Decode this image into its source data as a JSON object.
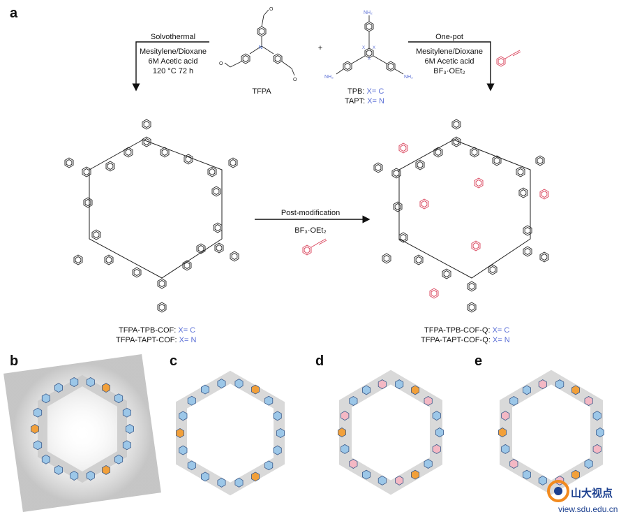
{
  "panels": [
    "a",
    "b",
    "c",
    "d",
    "e"
  ],
  "left_arrow": {
    "top": "Solvothermal",
    "lines": [
      "Mesitylene/Dioxane",
      "6M Acetic acid",
      "120 °C 72 h"
    ]
  },
  "right_arrow": {
    "top": "One-pot",
    "lines": [
      "Mesitylene/Dioxane",
      "6M Acetic acid",
      "BF₃·OEt₂"
    ]
  },
  "middle_arrow": {
    "top": "Post-modification",
    "line": "BF₃·OEt₂"
  },
  "tfpa": "TFPA",
  "plus": "+",
  "tpb": {
    "name": "TPB:",
    "x": "X= C"
  },
  "tapt": {
    "name": "TAPT:",
    "x": "X= N"
  },
  "cof_left": [
    {
      "name": "TFPA-TPB-COF:",
      "x": "X= C"
    },
    {
      "name": "TFPA-TAPT-COF:",
      "x": "X= N"
    }
  ],
  "cof_right": [
    {
      "name": "TFPA-TPB-COF-Q:",
      "x": "X= C"
    },
    {
      "name": "TFPA-TAPT-COF-Q:",
      "x": "X= N"
    }
  ],
  "atom_labels": {
    "nh2": "NH₂",
    "o": "O",
    "n": "N",
    "x": "X"
  },
  "watermark": {
    "cn": "山大视点",
    "url": "view.sdu.edu.cn"
  },
  "colors": {
    "blue": "#5b6fd6",
    "pink": "#d9425a",
    "orange": "#f2a03a",
    "lightblue": "#9cc7e8",
    "lightpink": "#f4b8c4"
  }
}
